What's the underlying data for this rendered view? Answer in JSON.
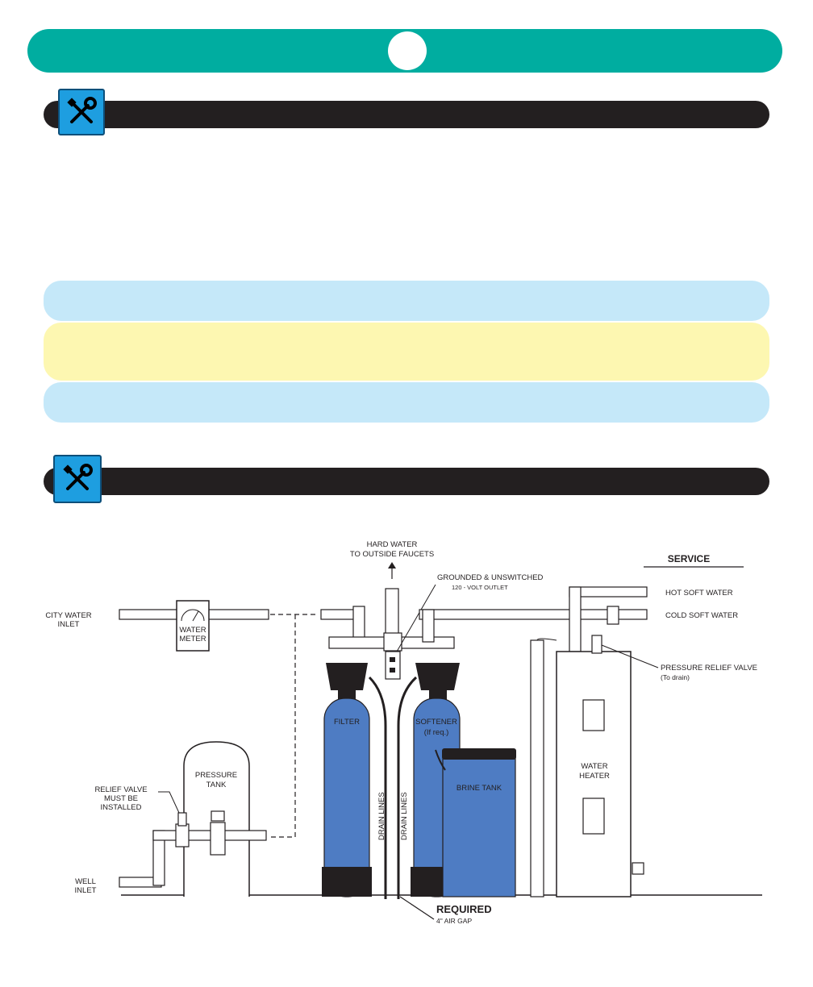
{
  "icons": {
    "section_1": "tools-icon",
    "section_2": "tools-icon"
  },
  "colors": {
    "banner": "#00ada0",
    "section_bar": "#231f20",
    "tool_badge": "#1e9ee0",
    "info_blue": "#c5e8f9",
    "info_yellow": "#fdf7b1",
    "tank_blue": "#4e7cc3"
  },
  "diagram": {
    "hard_water_line1": "HARD WATER",
    "hard_water_line2": "TO OUTSIDE FAUCETS",
    "outlet_line1": "GROUNDED & UNSWITCHED",
    "outlet_line2": "120 - VOLT OUTLET",
    "service": "SERVICE",
    "hot_soft_water": "HOT SOFT WATER",
    "cold_soft_water": "COLD SOFT WATER",
    "city_inlet_line1": "CITY WATER",
    "city_inlet_line2": "INLET",
    "meter_line1": "WATER",
    "meter_line2": "METER",
    "relief_valve_line1": "PRESSURE RELIEF VALVE",
    "relief_valve_line2": "(To drain)",
    "filter": "FILTER",
    "softener_line1": "SOFTENER",
    "softener_line2": "(If req.)",
    "brine_tank": "BRINE TANK",
    "water_heater_line1": "WATER",
    "water_heater_line2": "HEATER",
    "pressure_tank_line1": "PRESSURE",
    "pressure_tank_line2": "TANK",
    "well_relief_line1": "RELIEF VALVE",
    "well_relief_line2": "MUST BE",
    "well_relief_line3": "INSTALLED",
    "well_inlet_line1": "WELL",
    "well_inlet_line2": "INLET",
    "drain_lines_1": "DRAIN LINES",
    "drain_lines_2": "DRAIN LINES",
    "required": "REQUIRED",
    "air_gap": "4\" AIR GAP"
  }
}
